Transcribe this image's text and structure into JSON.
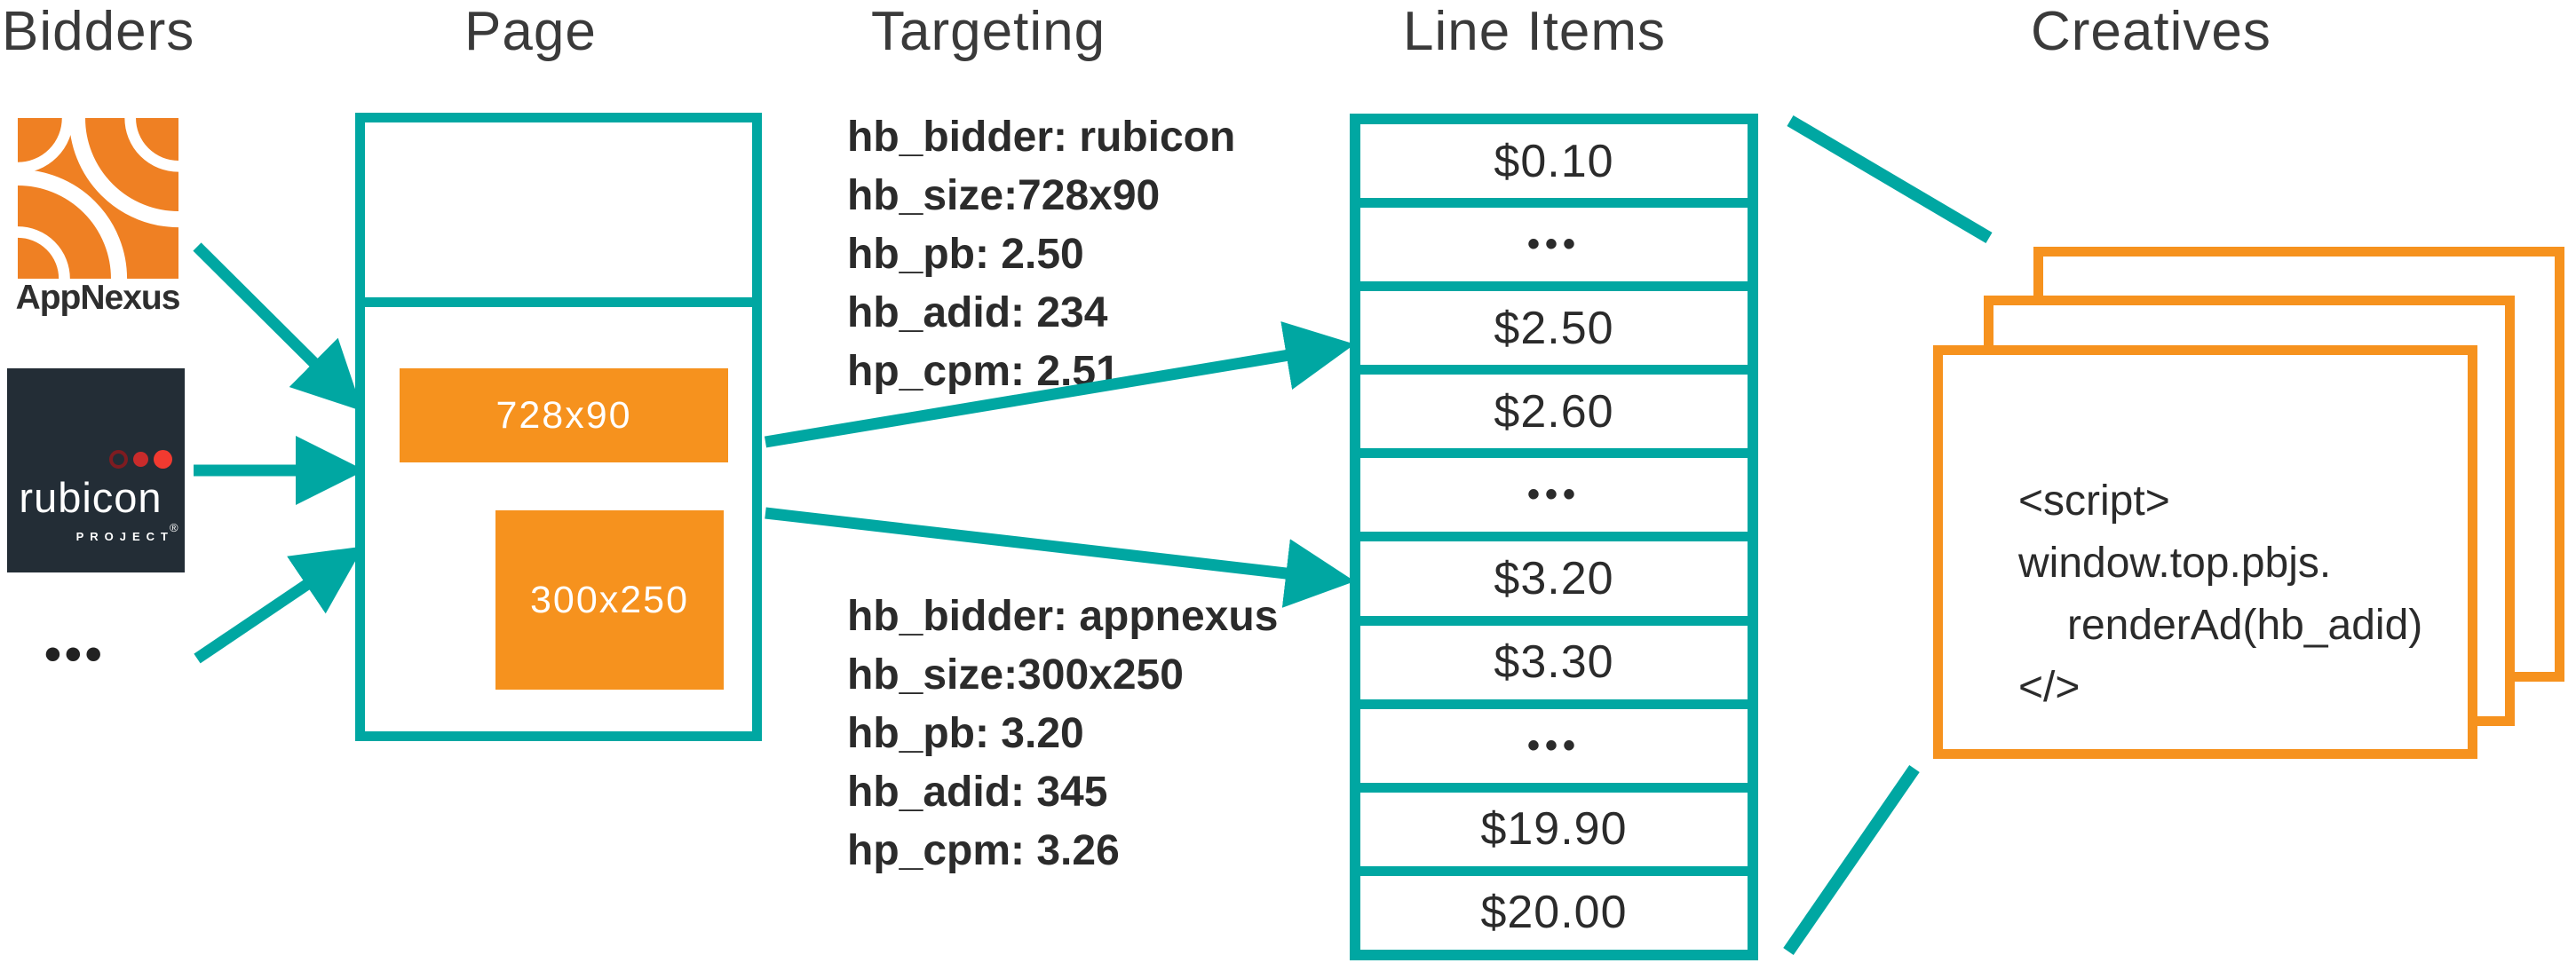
{
  "colors": {
    "teal": "#00A7A2",
    "orange": "#F6921E",
    "appnexus_orange": "#EF8023",
    "rubicon_bg": "#232D36",
    "text_dark": "#2B2B2B",
    "heading": "#3A3A3A",
    "rubicon_dot_ring": "#7E1C21",
    "rubicon_dot_mid": "#C92B2B",
    "rubicon_dot_bright": "#F23A30"
  },
  "headers": {
    "bidders": "Bidders",
    "page": "Page",
    "targeting": "Targeting",
    "line_items": "Line Items",
    "creatives": "Creatives"
  },
  "bidders": {
    "appnexus_label": "AppNexus",
    "rubicon_label": "rubicon",
    "rubicon_sub": "PROJECT",
    "rubicon_reg": "®",
    "more": "•••"
  },
  "page": {
    "slots": [
      {
        "label": "728x90"
      },
      {
        "label": "300x250"
      }
    ]
  },
  "targeting": {
    "rubicon": {
      "lines": [
        "hb_bidder: rubicon",
        "hb_size:728x90",
        "hb_pb: 2.50",
        "hb_adid: 234",
        "hp_cpm: 2.51"
      ]
    },
    "appnexus": {
      "lines": [
        "hb_bidder: appnexus",
        "hb_size:300x250",
        "hb_pb: 3.20",
        "hb_adid: 345",
        "hp_cpm: 3.26"
      ]
    }
  },
  "line_items": {
    "rows": [
      "$0.10",
      "•••",
      "$2.50",
      "$2.60",
      "•••",
      "$3.20",
      "$3.30",
      "•••",
      "$19.90",
      "$20.00"
    ]
  },
  "creatives": {
    "code_lines": [
      "<script>",
      "window.top.pbjs.",
      "renderAd(hb_adid)",
      "</>"
    ]
  }
}
